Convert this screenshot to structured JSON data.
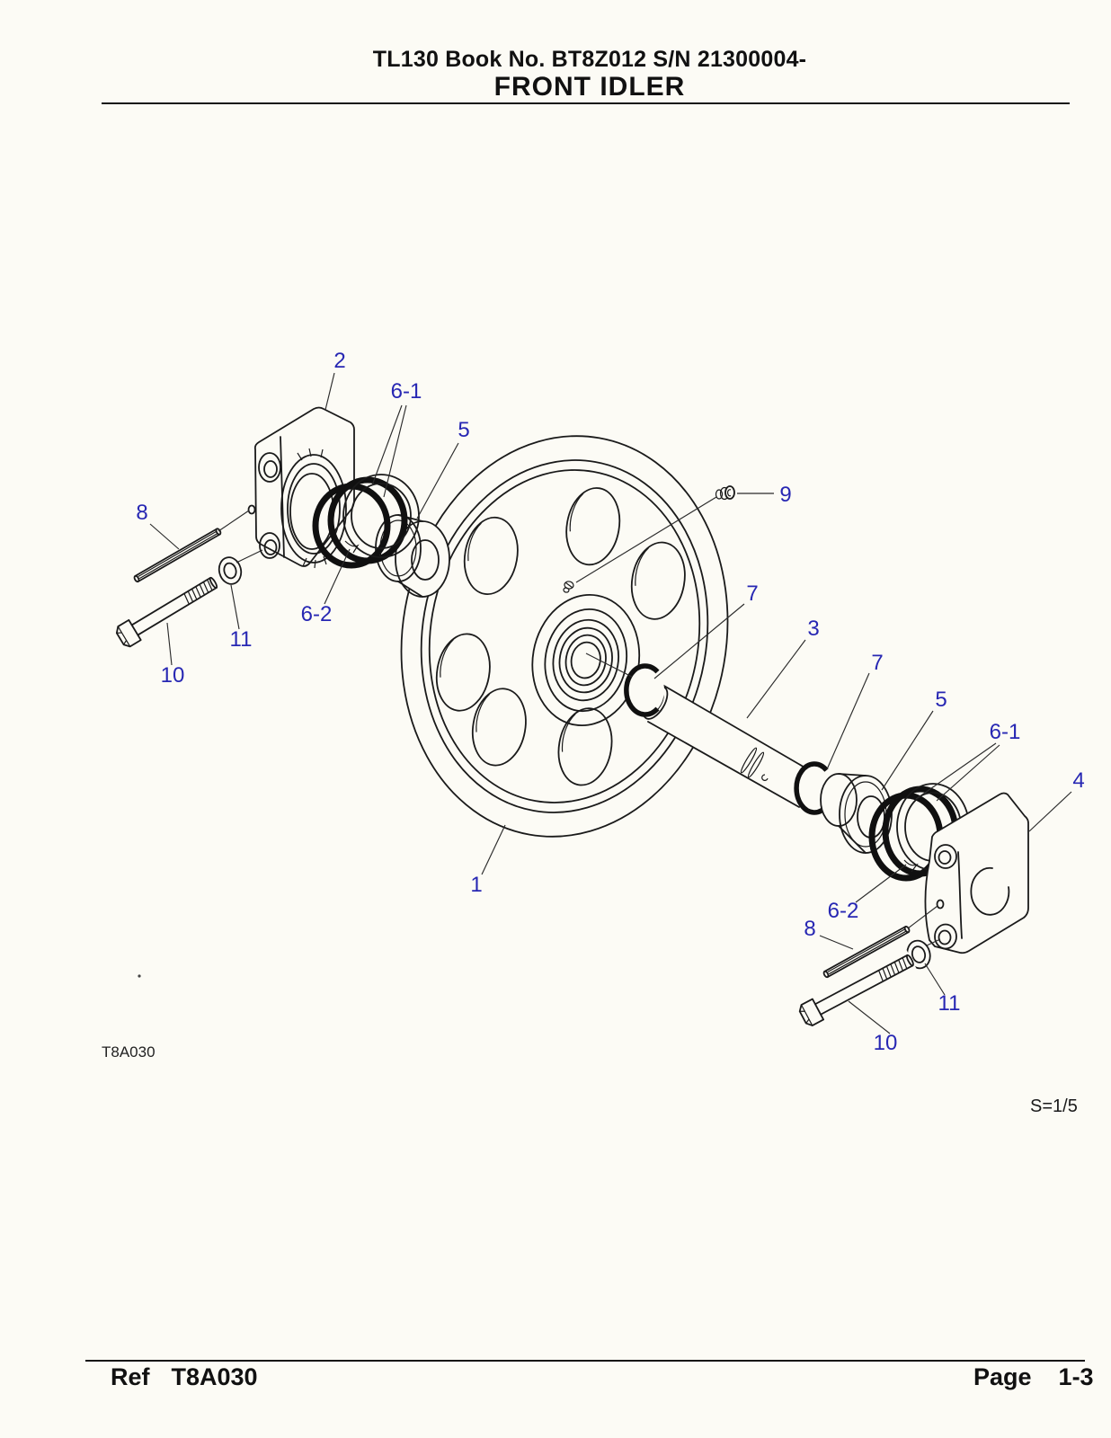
{
  "page": {
    "bg_color": "#fcfbf5",
    "line_color": "#1a1a1a",
    "accent_blue": "#2727b3"
  },
  "header": {
    "line1": "TL130  Book No. BT8Z012 S/N 21300004-",
    "line2": "FRONT IDLER"
  },
  "figure": {
    "drawing_code": "T8A030",
    "scale_note": "S=1/5"
  },
  "footer": {
    "ref_label": "Ref",
    "ref_value": "T8A030",
    "page_label": "Page",
    "page_value": "1-3"
  },
  "callouts": [
    {
      "id": "part-2-bracket-left",
      "label": "2"
    },
    {
      "id": "part-6-1-seal-left",
      "label": "6-1"
    },
    {
      "id": "part-5-bushing-left",
      "label": "5"
    },
    {
      "id": "part-8-pin-left",
      "label": "8"
    },
    {
      "id": "part-6-2-seal-left",
      "label": "6-2"
    },
    {
      "id": "part-11-washer-left",
      "label": "11"
    },
    {
      "id": "part-10-bolt-left",
      "label": "10"
    },
    {
      "id": "part-1-idler-wheel",
      "label": "1"
    },
    {
      "id": "part-9-plug",
      "label": "9"
    },
    {
      "id": "part-7-ring-left",
      "label": "7"
    },
    {
      "id": "part-3-shaft",
      "label": "3"
    },
    {
      "id": "part-7-ring-right",
      "label": "7"
    },
    {
      "id": "part-5-bushing-right",
      "label": "5"
    },
    {
      "id": "part-6-1-seal-right",
      "label": "6-1"
    },
    {
      "id": "part-4-bracket-right",
      "label": "4"
    },
    {
      "id": "part-6-2-seal-right",
      "label": "6-2"
    },
    {
      "id": "part-8-pin-right",
      "label": "8"
    },
    {
      "id": "part-11-washer-right",
      "label": "11"
    },
    {
      "id": "part-10-bolt-right",
      "label": "10"
    }
  ]
}
